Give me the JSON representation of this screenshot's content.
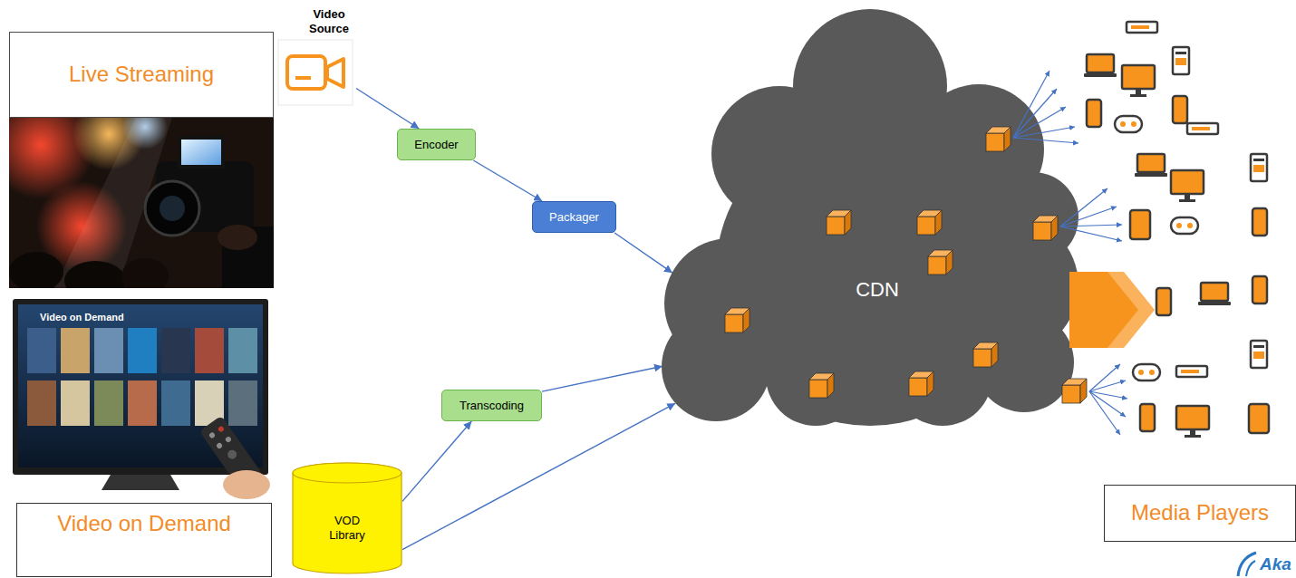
{
  "diagram": {
    "nodes": [
      {
        "text": [
          "Live Streaming"
        ]
      },
      {
        "text": [
          "Video Source"
        ]
      },
      {
        "text": [
          "Encoder"
        ]
      },
      {
        "text": [
          "Packager"
        ]
      },
      {
        "text": [
          "CDN"
        ]
      },
      {
        "text": [
          "Video on Demand"
        ]
      },
      {
        "text": [
          "Transcoding"
        ]
      },
      {
        "text": [
          "VOD Library"
        ]
      },
      {
        "text": [
          "Media Players"
        ]
      }
    ],
    "edges": [
      {
        "from": 1,
        "to": 2,
        "arrow": "to"
      },
      {
        "from": 2,
        "to": 3,
        "arrow": "to"
      },
      {
        "from": 3,
        "to": 4,
        "arrow": "to"
      },
      {
        "from": 7,
        "to": 6,
        "arrow": "to"
      },
      {
        "from": 6,
        "to": 4,
        "arrow": "to"
      },
      {
        "from": 7,
        "to": 4,
        "arrow": "to"
      }
    ],
    "labels": [
      "Video on Demand",
      "Aka"
    ]
  }
}
